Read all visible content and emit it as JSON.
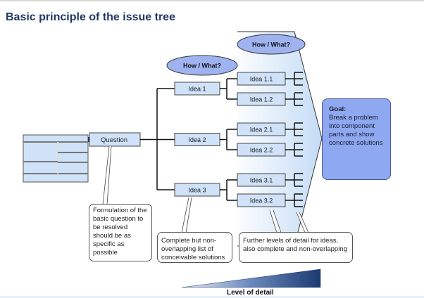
{
  "title": "Basic principle of the issue tree",
  "question": {
    "label": "Question"
  },
  "how_what_bubbles": [
    "How / What?",
    "How / What?"
  ],
  "ideas": [
    {
      "label": "Idea 1",
      "children": [
        "Idea 1.1",
        "Idea 1.2"
      ]
    },
    {
      "label": "Idea 2",
      "children": [
        "Idea 2.1",
        "Idea 2.2"
      ]
    },
    {
      "label": "Idea 3",
      "children": [
        "Idea 3.1",
        "Idea 3.2"
      ]
    }
  ],
  "goal": {
    "heading": "Goal:",
    "text": "Break a problem into component parts and show concrete solutions"
  },
  "callouts": {
    "question": "Formulation of the basic question to be resolved should be as specific as possible",
    "ideas": "Complete but non-overlapping list of conceivable solutions",
    "sub_ideas": "Further levels of detail for ideas, also complete and non-overlapping"
  },
  "level_of_detail": {
    "label": "Level of detail"
  },
  "colors": {
    "title": "#1f3864",
    "box_fill": "#cfe2f8",
    "bubble_fill": "#9fb3f0",
    "goal_fill": "#8ea9f2",
    "arrow": "#1f3864"
  }
}
